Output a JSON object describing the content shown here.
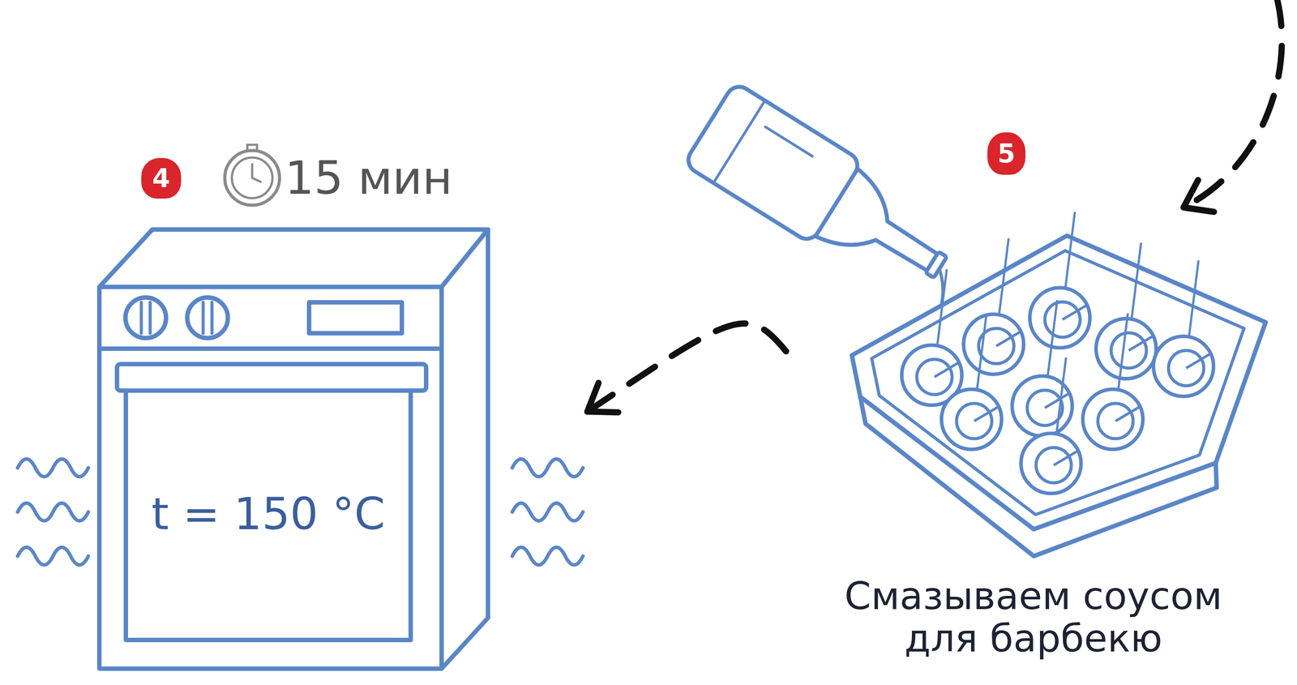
{
  "diagram": {
    "nodes": [
      {
        "text": [
          "t = 150 °C"
        ]
      },
      {
        "text": [
          "Смазываем соусом для барбекю"
        ]
      }
    ],
    "edges": [
      {
        "from": 1,
        "to": 0,
        "arrow": "to"
      }
    ],
    "labels": [
      "4",
      "15 мин",
      "5"
    ]
  }
}
